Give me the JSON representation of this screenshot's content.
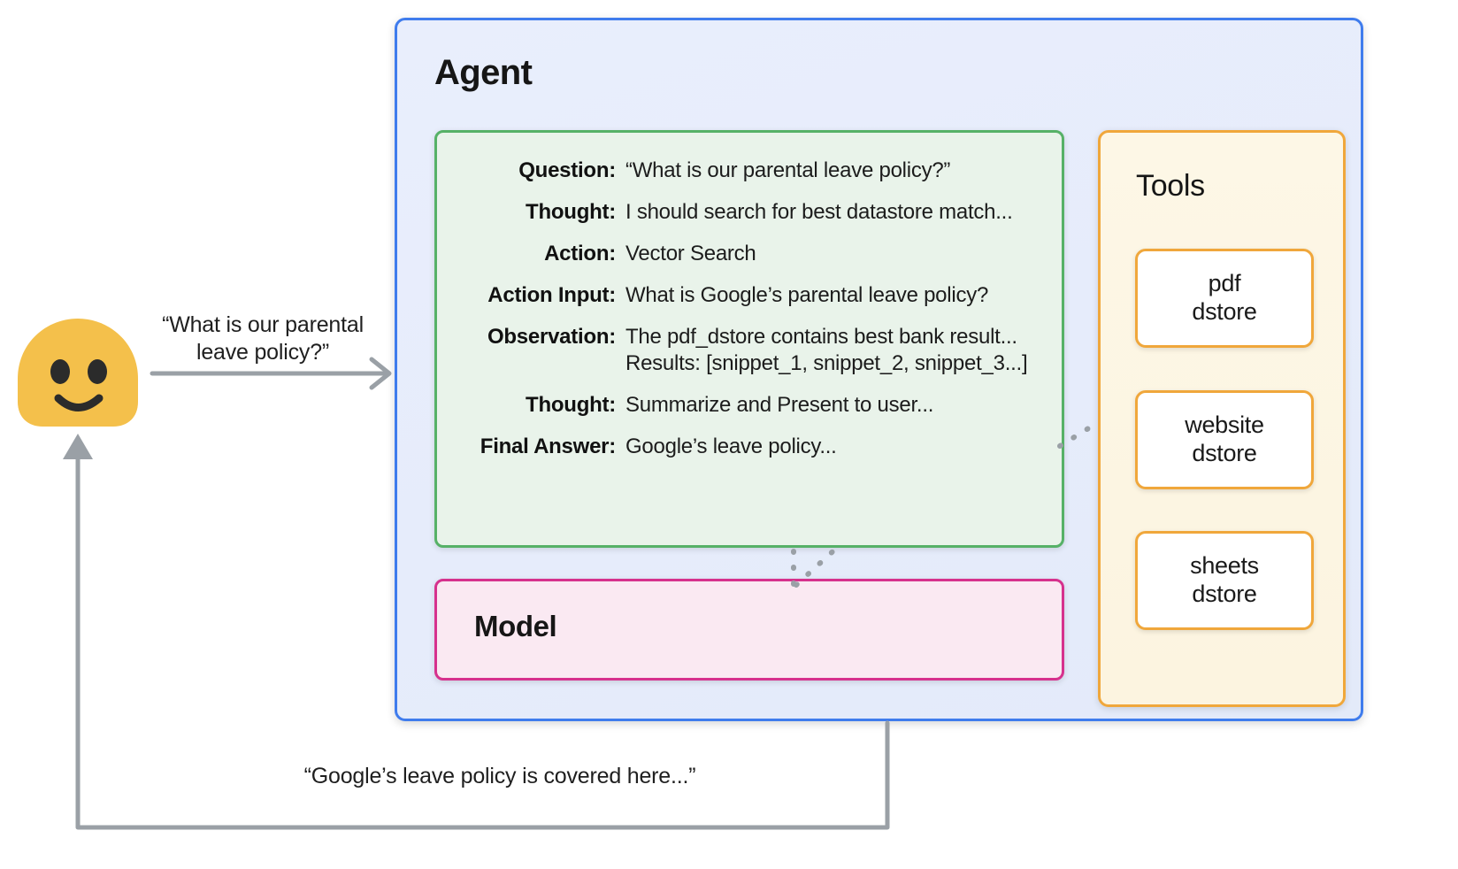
{
  "user": {
    "avatar_icon": "smiley-blob-avatar",
    "avatar_color": "#f4c04b",
    "question_caption": "“What is our parental\nleave policy?”",
    "answer_caption": "“Google’s leave policy is covered here...”"
  },
  "agent": {
    "title": "Agent",
    "border_color": "#3f7ced",
    "fill_color": "#e8edfb"
  },
  "trace": {
    "border_color": "#56b167",
    "fill_color": "#e9f3ea",
    "rows": [
      {
        "label": "Question:",
        "value": "“What is our parental leave policy?”"
      },
      {
        "label": "Thought:",
        "value": "I should search for best datastore match..."
      },
      {
        "label": "Action:",
        "value": "Vector Search"
      },
      {
        "label": "Action Input:",
        "value": "What is Google’s parental leave policy?"
      },
      {
        "label": "Observation:",
        "value": "The pdf_dstore contains best bank result...\nResults: [snippet_1, snippet_2, snippet_3...]"
      },
      {
        "label": "Thought:",
        "value": "Summarize and Present to user..."
      },
      {
        "label": "Final Answer:",
        "value": "Google’s leave policy..."
      }
    ]
  },
  "model": {
    "title": "Model",
    "border_color": "#d6318d",
    "fill_color": "#fae9f2"
  },
  "tools": {
    "title": "Tools",
    "border_color": "#f0a73b",
    "fill_color": "#fdf6e3",
    "cards": [
      {
        "label": "pdf\ndstore"
      },
      {
        "label": "website\ndstore"
      },
      {
        "label": "sheets\ndstore"
      }
    ]
  },
  "connectors": {
    "arrow_color": "#9aa0a6",
    "dotted_color": "#9aa0a6"
  }
}
